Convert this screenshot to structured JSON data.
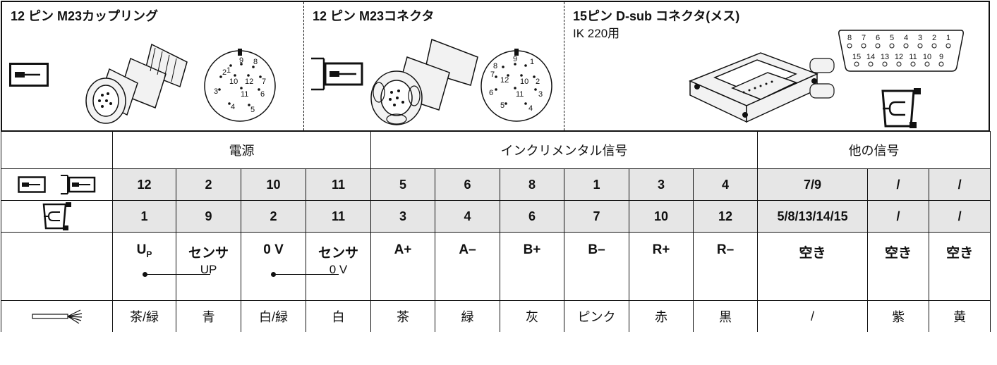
{
  "panels": [
    {
      "title": "12 ピン M23カップリング",
      "subtitle": ""
    },
    {
      "title": "12 ピン M23コネクタ",
      "subtitle": ""
    },
    {
      "title": "15ピン D-sub コネクタ(メス)",
      "subtitle": "IK 220用"
    }
  ],
  "coupling_pins": [
    "1",
    "9",
    "8",
    "2",
    "10",
    "12",
    "7",
    "3",
    "11",
    "6",
    "4",
    "5"
  ],
  "connector_pins": [
    "8",
    "9",
    "1",
    "7",
    "12",
    "10",
    "2",
    "6",
    "11",
    "3",
    "5",
    "4"
  ],
  "dsub_pins_top": [
    "8",
    "7",
    "6",
    "5",
    "4",
    "3",
    "2",
    "1"
  ],
  "dsub_pins_bottom": [
    "15",
    "14",
    "13",
    "12",
    "11",
    "10",
    "9"
  ],
  "groups": {
    "power": "電源",
    "incremental": "インクリメンタル信号",
    "other": "他の信号"
  },
  "m23_pins": [
    "12",
    "2",
    "10",
    "11",
    "5",
    "6",
    "8",
    "1",
    "3",
    "4",
    "7/9",
    "/",
    "/"
  ],
  "dsub_pins": [
    "1",
    "9",
    "2",
    "11",
    "3",
    "4",
    "6",
    "7",
    "10",
    "12",
    "5/8/13/14/15",
    "/",
    "/"
  ],
  "signals": [
    {
      "main": "U",
      "sub": "P"
    },
    {
      "main": "センサ",
      "sub": "UP"
    },
    {
      "main": "0 V",
      "sub": ""
    },
    {
      "main": "センサ",
      "sub": "0 V"
    },
    {
      "main": "A+",
      "sub": ""
    },
    {
      "main": "A–",
      "sub": ""
    },
    {
      "main": "B+",
      "sub": ""
    },
    {
      "main": "B–",
      "sub": ""
    },
    {
      "main": "R+",
      "sub": ""
    },
    {
      "main": "R–",
      "sub": ""
    },
    {
      "main": "空き",
      "sub": ""
    },
    {
      "main": "空き",
      "sub": ""
    },
    {
      "main": "空き",
      "sub": ""
    }
  ],
  "wire_colors": [
    "茶/緑",
    "青",
    "白/緑",
    "白",
    "茶",
    "緑",
    "灰",
    "ピンク",
    "赤",
    "黒",
    "/",
    "紫",
    "黄"
  ],
  "colors": {
    "line": "#111111",
    "shade": "#e6e6e6",
    "metal": "#f2f2f2"
  }
}
